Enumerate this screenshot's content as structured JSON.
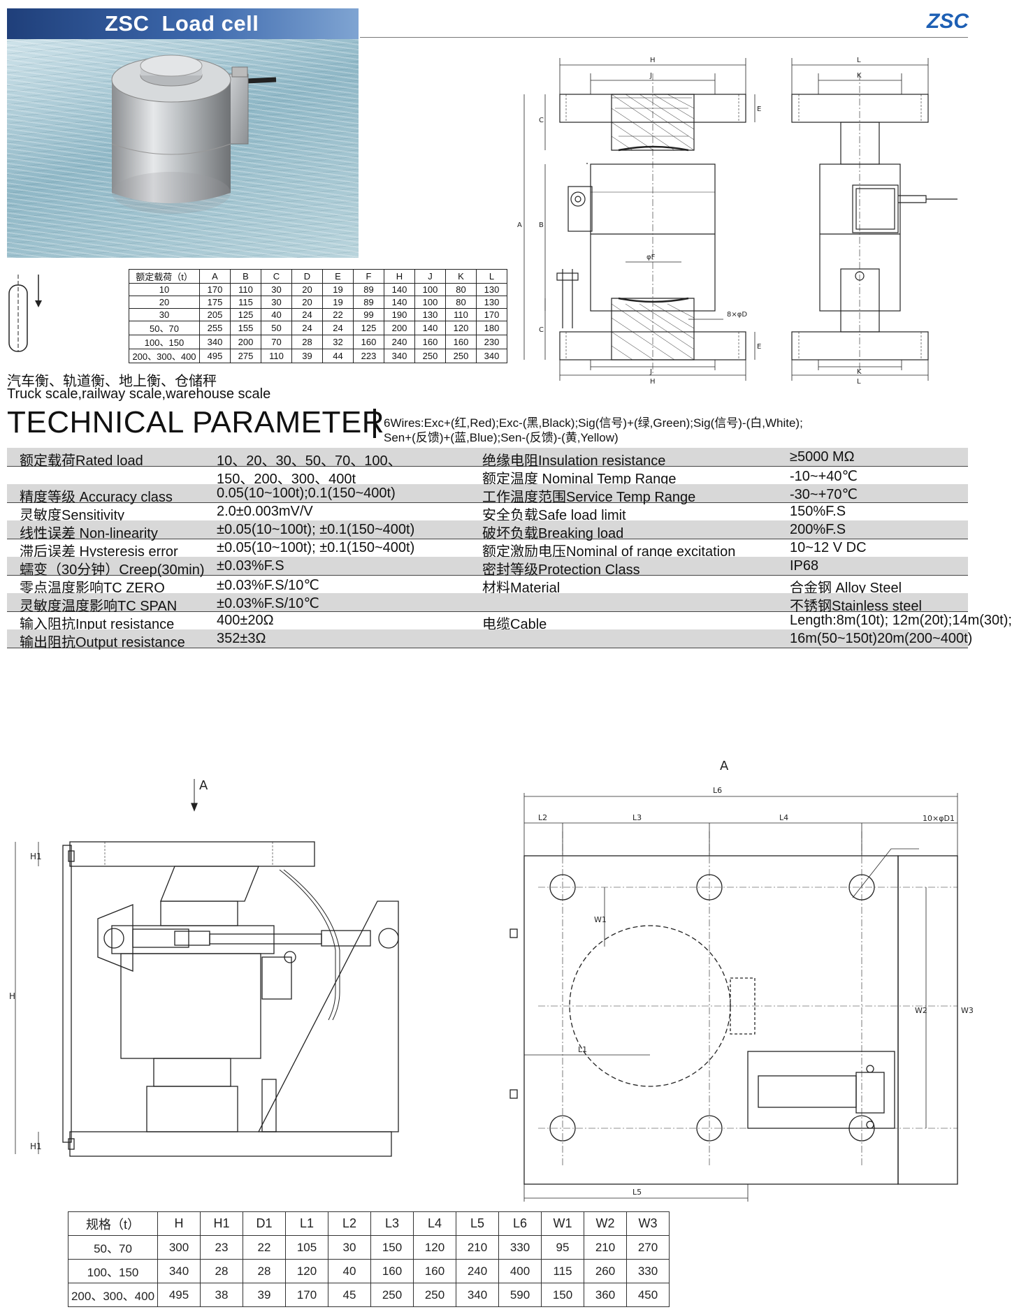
{
  "header": {
    "model": "ZSC",
    "product": "Load cell",
    "brand": "ZSC"
  },
  "dimension_table": {
    "headers": [
      "额定载荷（t）",
      "A",
      "B",
      "C",
      "D",
      "E",
      "F",
      "H",
      "J",
      "K",
      "L"
    ],
    "rows": [
      [
        "10",
        "170",
        "110",
        "30",
        "20",
        "19",
        "89",
        "140",
        "100",
        "80",
        "130"
      ],
      [
        "20",
        "175",
        "115",
        "30",
        "20",
        "19",
        "89",
        "140",
        "100",
        "80",
        "130"
      ],
      [
        "30",
        "205",
        "125",
        "40",
        "24",
        "22",
        "99",
        "190",
        "130",
        "110",
        "170"
      ],
      [
        "50、70",
        "255",
        "155",
        "50",
        "24",
        "24",
        "125",
        "200",
        "140",
        "120",
        "180"
      ],
      [
        "100、150",
        "340",
        "200",
        "70",
        "28",
        "32",
        "160",
        "240",
        "160",
        "160",
        "230"
      ],
      [
        "200、300、400",
        "495",
        "275",
        "110",
        "39",
        "44",
        "223",
        "340",
        "250",
        "250",
        "340"
      ]
    ]
  },
  "drawing_labels": {
    "top_front": {
      "H": "H",
      "J": "J",
      "E": "E",
      "C": "C",
      "A": "A",
      "B": "B",
      "F": "φF",
      "D": "8×φD"
    },
    "top_side": {
      "L": "L",
      "K": "K"
    },
    "bottom_left": {
      "A": "A",
      "H": "H",
      "H1": "H1"
    },
    "bottom_right": {
      "A": "A",
      "L6": "L6",
      "L2": "L2",
      "L3": "L3",
      "L4": "L4",
      "D1": "10×φD1",
      "W1": "W1",
      "W2": "W2",
      "W3": "W3",
      "L1": "L1",
      "L5": "L5"
    }
  },
  "applications": {
    "zh": "汽车衡、轨道衡、地上衡、仓储秤",
    "en": "Truck scale,railway scale,warehouse scale"
  },
  "technical": {
    "title": "TECHNICAL PARAMETER",
    "wires_line1": "6Wires:Exc+(红,Red);Exc-(黑,Black);Sig(信号)+(绿,Green);Sig(信号)-(白,White);",
    "wires_line2": "Sen+(反馈)+(蓝,Blue);Sen-(反馈)-(黄,Yellow)"
  },
  "parameters": [
    {
      "l1": "额定载荷Rated load",
      "v1": "10、20、30、50、70、100、",
      "l2": "绝缘电阻Insulation resistance",
      "v2": "≥5000 MΩ"
    },
    {
      "l1": "",
      "v1": "150、200、300、400t",
      "l2": "额定温度 Nominal Temp Range",
      "v2": "-10~+40℃"
    },
    {
      "l1": "精度等级 Accuracy class",
      "v1": "0.05(10~100t);0.1(150~400t)",
      "l2": "工作温度范围Service Temp Range",
      "v2": "-30~+70℃"
    },
    {
      "l1": "灵敏度Sensitivity",
      "v1": "2.0±0.003mV/V",
      "l2": "安全负载Safe load limit",
      "v2": "150%F.S"
    },
    {
      "l1": "线性误差 Non-linearity",
      "v1": "±0.05(10~100t); ±0.1(150~400t)",
      "l2": "破坏负载Breaking load",
      "v2": "200%F.S"
    },
    {
      "l1": "滞后误差 Hysteresis error",
      "v1": "±0.05(10~100t); ±0.1(150~400t)",
      "l2": "额定激励电压Nominal of range excitation",
      "v2": "10~12 V DC"
    },
    {
      "l1": "蠕变（30分钟）Creep(30min)",
      "v1": "±0.03%F.S",
      "l2": "密封等级Protection Class",
      "v2": "IP68"
    },
    {
      "l1": "零点温度影响TC ZERO",
      "v1": "±0.03%F.S/10℃",
      "l2": "材料Material",
      "v2": "合金钢 Alloy Steel"
    },
    {
      "l1": "灵敏度温度影响TC SPAN",
      "v1": "±0.03%F.S/10℃",
      "l2": "",
      "v2": "不锈钢Stainless steel"
    },
    {
      "l1": "输入阻抗Input resistance",
      "v1": "400±20Ω",
      "l2": "电缆Cable",
      "v2": "Length:8m(10t); 12m(20t);14m(30t);"
    },
    {
      "l1": "输出阻抗Output resistance",
      "v1": "352±3Ω",
      "l2": "",
      "v2": "16m(50~150t)20m(200~400t)"
    }
  ],
  "spec_table": {
    "headers": [
      "规格（t）",
      "H",
      "H1",
      "D1",
      "L1",
      "L2",
      "L3",
      "L4",
      "L5",
      "L6",
      "W1",
      "W2",
      "W3"
    ],
    "rows": [
      [
        "50、70",
        "300",
        "23",
        "22",
        "105",
        "30",
        "150",
        "120",
        "210",
        "330",
        "95",
        "210",
        "270"
      ],
      [
        "100、150",
        "340",
        "28",
        "28",
        "120",
        "40",
        "160",
        "160",
        "240",
        "400",
        "115",
        "260",
        "330"
      ],
      [
        "200、300、400",
        "495",
        "38",
        "39",
        "170",
        "45",
        "250",
        "250",
        "340",
        "590",
        "150",
        "360",
        "450"
      ]
    ]
  }
}
